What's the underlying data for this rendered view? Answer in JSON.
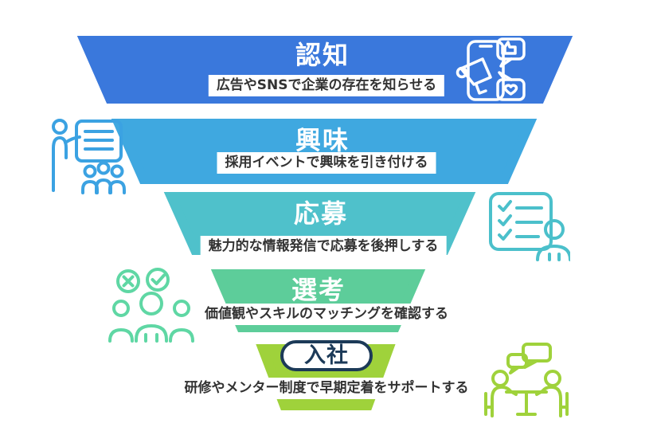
{
  "diagram": {
    "kind": "recruitment-funnel",
    "background": "#ffffff",
    "title_color": "#ffffff",
    "subtitle_text_color": "#333333",
    "subtitle_bg": "#ffffff",
    "levels": [
      {
        "id": "awareness",
        "title": "認知",
        "subtitle": "広告やSNSで企業の存在を知らせる",
        "color": "#3A78DC"
      },
      {
        "id": "interest",
        "title": "興味",
        "subtitle": "採用イベントで興味を引き付ける",
        "color": "#3FA8E0"
      },
      {
        "id": "application",
        "title": "応募",
        "subtitle": "魅力的な情報発信で応募を後押しする",
        "color": "#4FC1CB"
      },
      {
        "id": "screening",
        "title": "選考",
        "subtitle": "価値観やスキルのマッチングを確認する",
        "color": "#5DCD9A"
      },
      {
        "id": "joining",
        "title": "入社",
        "subtitle": "研修やメンター制度で早期定着をサポートする",
        "color": "#9FD23B",
        "badge_bg": "#ffffff",
        "badge_color": "#1C3A58"
      }
    ],
    "icons": {
      "sns": {
        "label": "smartphone-sns-reactions",
        "color": "#ffffff"
      },
      "presentation": {
        "label": "presenter-with-audience",
        "color": "#3BA2E2"
      },
      "checklist": {
        "label": "checklist-with-person",
        "color": "#4BC0CB"
      },
      "screening": {
        "label": "candidates-pass-fail",
        "color": "#5FD7A4"
      },
      "meeting": {
        "label": "mentor-meeting-table",
        "color": "#9FD23B"
      }
    }
  }
}
